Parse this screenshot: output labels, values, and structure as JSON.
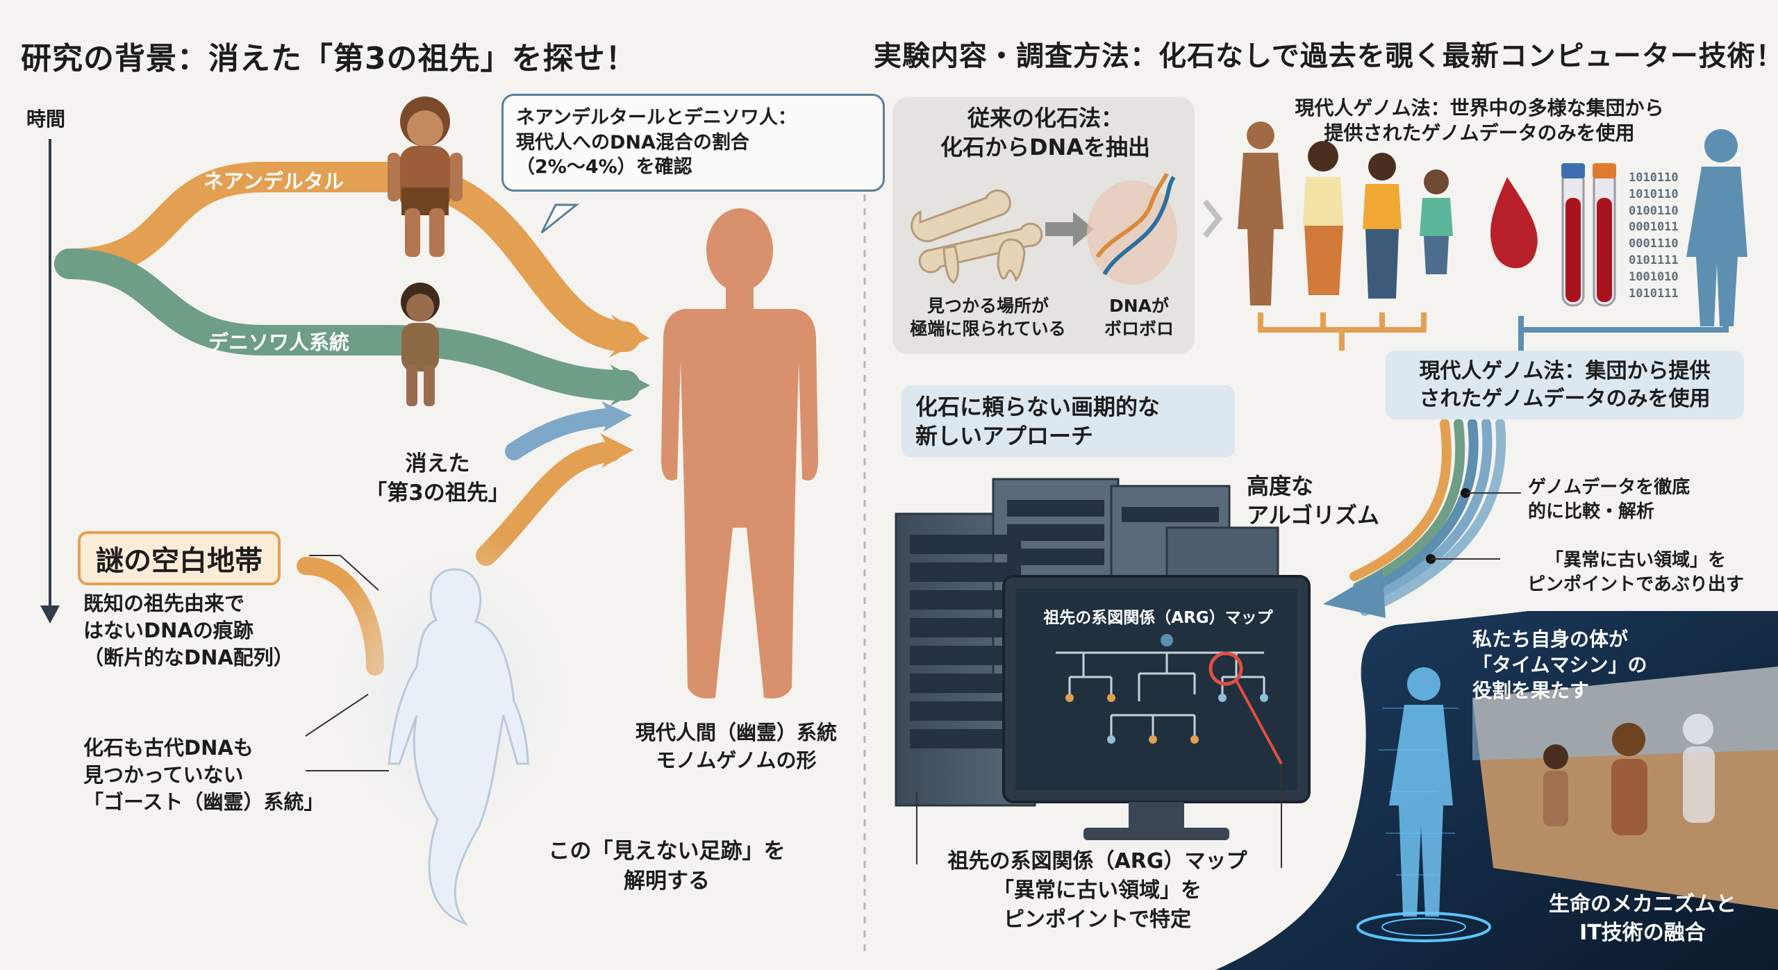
{
  "left": {
    "title": "研究の背景：消えた「第3の祖先」を探せ！",
    "time_label": "時間",
    "neanderthal_label": "ネアンデルタル",
    "denisovan_label": "デニソワ人系統",
    "mixing_callout": [
      "ネアンデルタールとデニソワ人：",
      "現代人へのDNA混合の割合",
      "（2%〜4%）を確認"
    ],
    "third_ancestor": [
      "消えた",
      "「第3の祖先」"
    ],
    "mystery_box": "謎の空白地帯",
    "mystery_desc": [
      "既知の祖先由来で",
      "はないDNAの痕跡",
      "（断片的なDNA配列）"
    ],
    "ghost_desc": [
      "化石も古代DNAも",
      "見つかっていない",
      "「ゴースト（幽霊）系統」"
    ],
    "modern_label": [
      "現代人間（幽霊）系統",
      "モノムゲノムの形"
    ],
    "footprint": [
      "この「見えない足跡」を",
      "解明する"
    ]
  },
  "right": {
    "title": "実験内容・調査方法：化石なしで過去を覗く最新コンピューター技術！",
    "fossil_method": [
      "従来の化石法：",
      "化石からDNAを抽出"
    ],
    "fossil_issue": [
      "見つかる場所が",
      "極端に限られている"
    ],
    "dna_issue": [
      "DNAが",
      "ボロボロ"
    ],
    "genome_method_top": [
      "現代人ゲノム法：世界中の多様な集団から",
      "提供されたゲノムデータのみを使用"
    ],
    "binary": [
      "1010110",
      "1010110",
      "0100110",
      "0001011",
      "0001110",
      "0101111",
      "1001010",
      "1010111"
    ],
    "genome_method_box": [
      "現代人ゲノム法：集団から提供",
      "されたゲノムデータのみを使用"
    ],
    "new_approach": [
      "化石に頼らない画期的な",
      "新しいアプローチ"
    ],
    "algorithm": [
      "高度な",
      "アルゴリズム"
    ],
    "compare": [
      "ゲノムデータを徹底",
      "的に比較・解析"
    ],
    "pinpoint_out": [
      "「異常に古い領域」を",
      "ピンポイントであぶり出す"
    ],
    "screen_title": "祖先の系図関係（ARG）マップ",
    "arg_caption": [
      "祖先の系図関係（ARG）マップ",
      "「異常に古い領域」を",
      "ピンポイントで特定"
    ],
    "time_machine": [
      "私たち自身の体が",
      "「タイムマシン」の",
      "役割を果たす"
    ],
    "fusion": [
      "生命のメカニズムと",
      "IT技術の融合"
    ]
  },
  "colors": {
    "orange": "#e3a052",
    "green": "#6e9e86",
    "blue": "#5d8fb0",
    "skin": "#d8916c",
    "panel": "#e4e3df",
    "dark_panel": "#16304d"
  }
}
